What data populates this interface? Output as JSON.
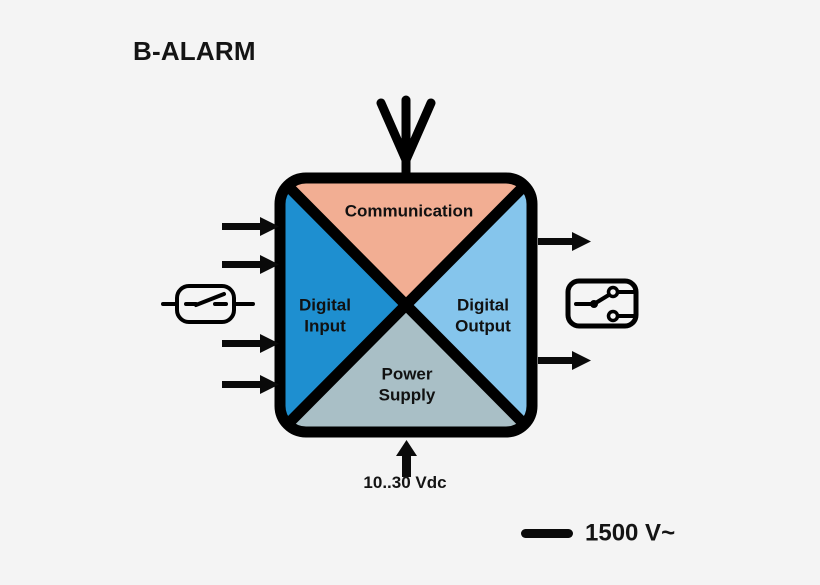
{
  "page": {
    "title": "B-ALARM",
    "background_color": "#f4f4f4"
  },
  "device": {
    "outline_color": "#000000",
    "quadrants": [
      {
        "id": "communication",
        "label": "Communication",
        "label_lines": [
          "Communication"
        ],
        "position": "top",
        "fill": "#f2ae93"
      },
      {
        "id": "digital-input",
        "label": "Digital Input",
        "label_lines": [
          "Digital",
          "Input"
        ],
        "position": "left",
        "fill": "#1e8fd0"
      },
      {
        "id": "digital-output",
        "label": "Digital Output",
        "label_lines": [
          "Digital",
          "Output"
        ],
        "position": "right",
        "fill": "#85c5ec"
      },
      {
        "id": "power-supply",
        "label": "Power Supply",
        "label_lines": [
          "Power",
          "Supply"
        ],
        "position": "bottom",
        "fill": "#a9bfc6"
      }
    ]
  },
  "antenna": {
    "icon": "antenna-icon",
    "label": ""
  },
  "inputs": {
    "arrow_icon": "arrow-right-icon",
    "arrow_count": 4,
    "contact_icon": "switch-contact-icon"
  },
  "outputs": {
    "arrow_icon": "arrow-right-icon",
    "arrow_count": 2,
    "relay_icon": "changeover-relay-icon"
  },
  "power": {
    "arrow_icon": "arrow-up-icon",
    "label": "10..30 Vdc"
  },
  "legend": {
    "items": [
      {
        "swatch_icon": "thick-line-swatch",
        "swatch_color": "#0a0a0a",
        "label": "1500 V~"
      }
    ]
  }
}
